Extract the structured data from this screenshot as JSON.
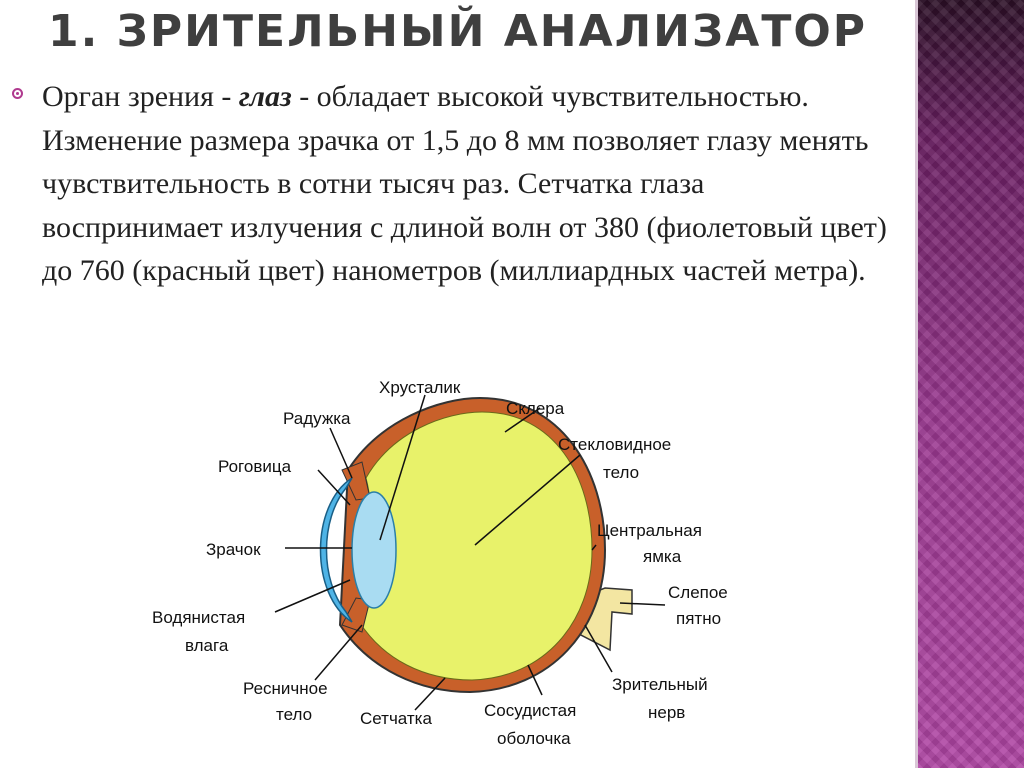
{
  "slide": {
    "title": "1. ЗРИТЕЛЬНЫЙ АНАЛИЗАТОР",
    "paragraph": {
      "part1": "Орган зрения - ",
      "emphasis": "глаз",
      "part2": " - обладает высокой чувствительностью. Изменение размера зрачка от 1,5 до 8 мм позволяет глазу менять чувствительность в сотни тысяч раз. Сетчатка глаза воспринимает излучения с длиной волн от 380 (фиолетовый цвет) до 760 (красный цвет) нанометров (миллиардных частей метра)."
    },
    "accent_color": "#b03a8f",
    "panel_color": "#8f2f86"
  },
  "diagram": {
    "labels": {
      "lens": "Хрусталик",
      "iris": "Радужка",
      "sclera": "Склера",
      "vitreous_1": "Стекловидное",
      "vitreous_2": "тело",
      "cornea": "Роговица",
      "fovea_1": "Центральная",
      "fovea_2": "ямка",
      "pupil": "Зрачок",
      "blind_spot_1": "Слепое",
      "blind_spot_2": "пятно",
      "aqueous_1": "Водянистая",
      "aqueous_2": "влага",
      "ciliary_1": "Ресничное",
      "ciliary_2": "тело",
      "optic_nerve_1": "Зрительный",
      "optic_nerve_2": "нерв",
      "retina": "Сетчатка",
      "choroid_1": "Сосудистая",
      "choroid_2": "оболочка"
    },
    "colors": {
      "vitreous": "#e8f26a",
      "choroid": "#c8602a",
      "cornea": "#4fb4e6",
      "lens": "#a9dcf2",
      "nerve": "#f3e6a2"
    }
  }
}
